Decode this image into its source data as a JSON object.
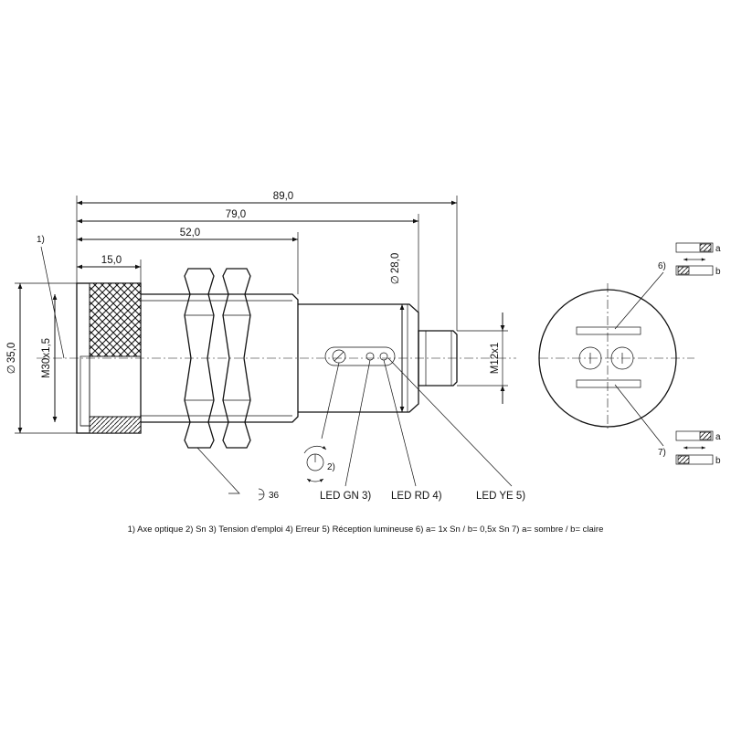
{
  "dimensions": {
    "overall": "89,0",
    "to_connector": "79,0",
    "thread_length": "52,0",
    "lens_length": "15,0",
    "diameter_body": "35,0",
    "thread": "M30x1,5",
    "diameter_rear": "28,0",
    "connector_thread": "M12x1",
    "diameter_symbol": "∅"
  },
  "callouts": {
    "optical_axis": "1)",
    "potentiometer": "2)",
    "led_gn": "LED GN 3)",
    "led_rd": "LED RD 4)",
    "led_ye": "LED YE 5)",
    "wrench": "36",
    "mode_switch": "6)",
    "light_dark_switch": "7)",
    "switch_a": "a",
    "switch_b": "b"
  },
  "footnote": "1) Axe optique  2) Sn  3) Tension d'emploi  4) Erreur  5) Réception lumineuse  6) a= 1x Sn / b= 0,5x Sn  7) a= sombre / b= claire"
}
